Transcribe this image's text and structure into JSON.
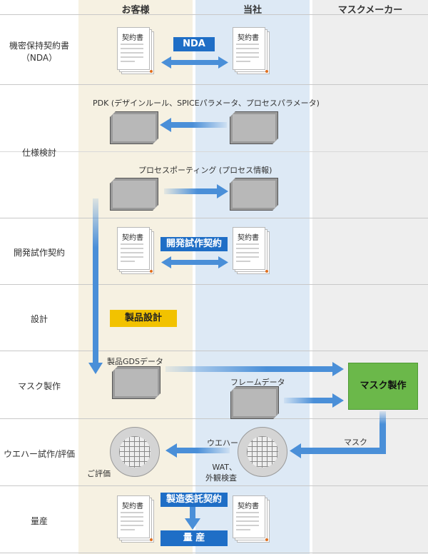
{
  "headers": {
    "customer": "お客様",
    "company": "当社",
    "maskmaker": "マスクメーカー"
  },
  "rows": {
    "nda": "機密保持契約書\n（NDA）",
    "spec": "仕様検討",
    "dev": "開発試作契約",
    "design": "設計",
    "mask": "マスク製作",
    "wafer": "ウエハー試作/評価",
    "mass": "量産"
  },
  "labels": {
    "contract": "契約書",
    "nda": "NDA",
    "pdk": "PDK (デザインルール、SPICEパラメータ、プロセスパラメータ)",
    "process_porting": "プロセスポーティング (プロセス情報)",
    "dev_contract": "開発試作契約",
    "product_design": "製品設計",
    "gds": "製品GDSデータ",
    "frame": "フレームデータ",
    "mask_make": "マスク製作",
    "wafer": "ウエハー",
    "mask": "マスク",
    "wat": "WAT、\n外観検査",
    "evaluate": "ご評価",
    "mfg_contract": "製造委託契約",
    "mass": "量 産"
  },
  "colors": {
    "customer_lane": "#f6f1e2",
    "company_lane": "#dde9f5",
    "maker_lane": "#eeeeee",
    "arrow": "#4a8fd8",
    "blue_label": "#1f6ec6",
    "design_box": "#f2c200",
    "mask_box": "#6bb84a"
  }
}
